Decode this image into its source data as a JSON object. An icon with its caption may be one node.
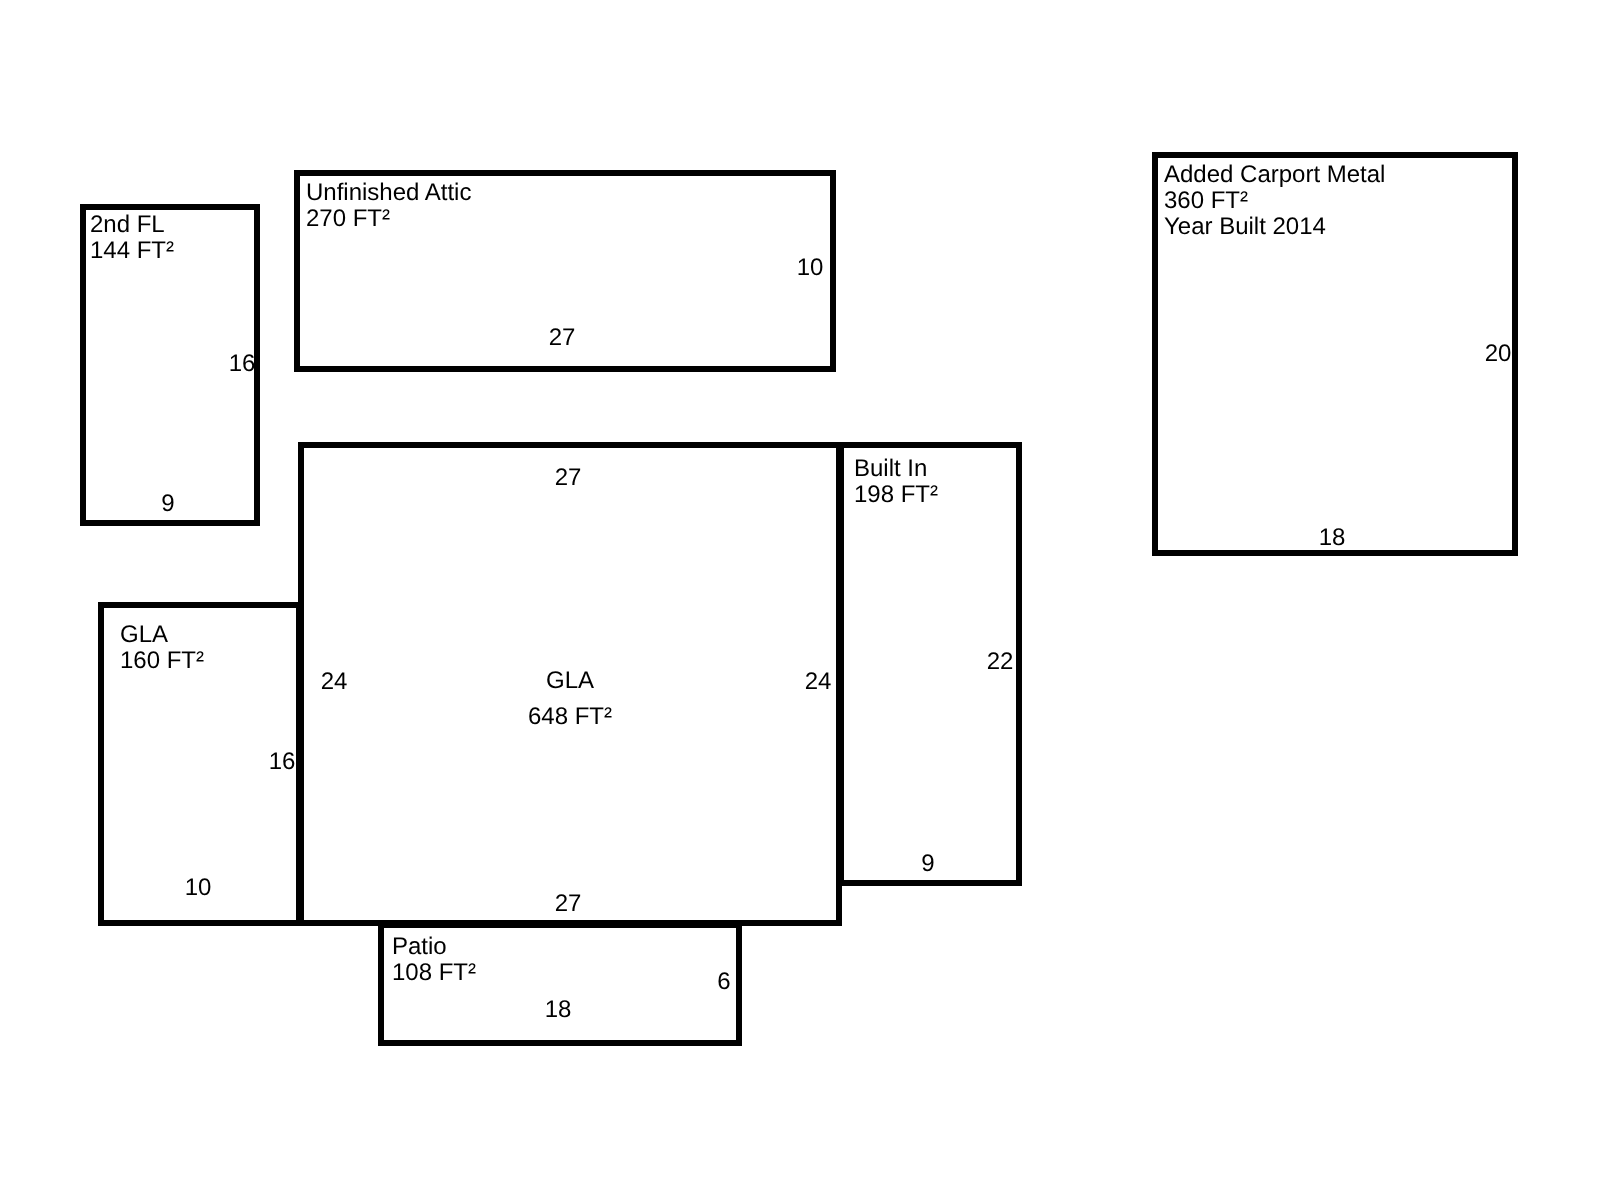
{
  "diagram": {
    "nodes": [
      {
        "text": [
          "2nd FL",
          "144 FT²"
        ]
      },
      {
        "text": [
          "Unfinished Attic",
          "270 FT²"
        ]
      },
      {
        "text": [
          "Added Carport Metal",
          "360 FT²",
          "Year Built 2014"
        ]
      },
      {
        "text": [
          "GLA",
          "648 FT²"
        ]
      },
      {
        "text": [
          "Built In",
          "198 FT²"
        ]
      },
      {
        "text": [
          "GLA",
          "160 FT²"
        ]
      },
      {
        "text": [
          "Patio",
          "108 FT²"
        ]
      }
    ],
    "labels": [
      "10",
      "27",
      "20",
      "16",
      "27",
      "9",
      "18",
      "22",
      "24",
      "24",
      "16",
      "9",
      "10",
      "27",
      "6",
      "18"
    ]
  }
}
